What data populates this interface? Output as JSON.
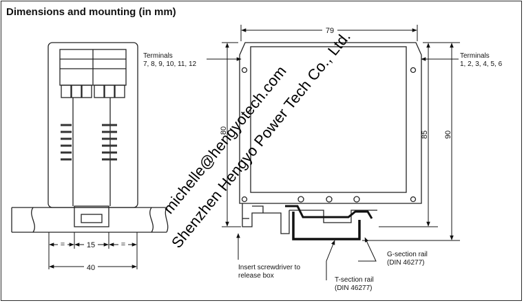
{
  "title": "Dimensions and mounting (in mm)",
  "labels": {
    "terminals_left_title": "Terminals",
    "terminals_left_nums": "7, 8, 9, 10, 11, 12",
    "terminals_right_title": "Terminals",
    "terminals_right_nums": "1, 2, 3, 4, 5, 6",
    "screwdriver_line1": "Insert screwdriver to",
    "screwdriver_line2": "release box",
    "g_rail_line1": "G-section rail",
    "g_rail_line2": "(DIN 46277)",
    "t_rail_line1": "T-section rail",
    "t_rail_line2": "(DIN 46277)"
  },
  "dimensions": {
    "width_top": "79",
    "height_left": "80",
    "height_85": "85",
    "height_90": "90",
    "width_15": "15",
    "width_40": "40",
    "eq_left": "=",
    "eq_right": "="
  },
  "watermark": {
    "line1": "michelle@hengyotech.com",
    "line2": "Shenzhen Hengyo Power Tech Co., Ltd."
  }
}
